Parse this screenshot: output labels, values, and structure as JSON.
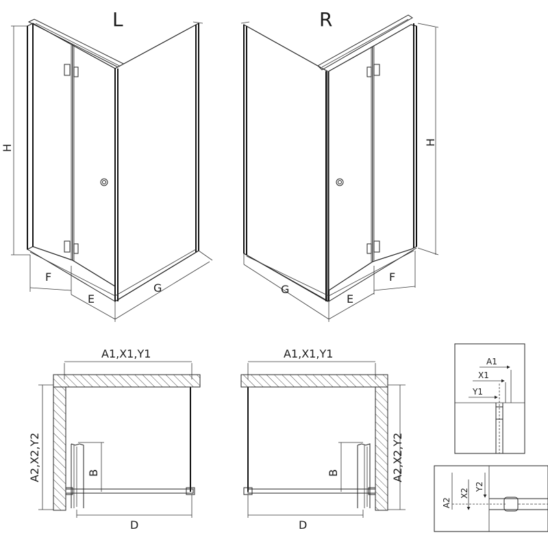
{
  "views": {
    "left_title": "L",
    "right_title": "R"
  },
  "dimensions": {
    "H": "H",
    "F": "F",
    "E": "E",
    "G": "G",
    "width": "A1,X1,Y1",
    "depth": "A2,X2,Y2",
    "B": "B",
    "D": "D"
  },
  "details": {
    "top": [
      "A1",
      "X1",
      "Y1"
    ],
    "bottom": [
      "A2",
      "X2",
      "Y2"
    ]
  }
}
